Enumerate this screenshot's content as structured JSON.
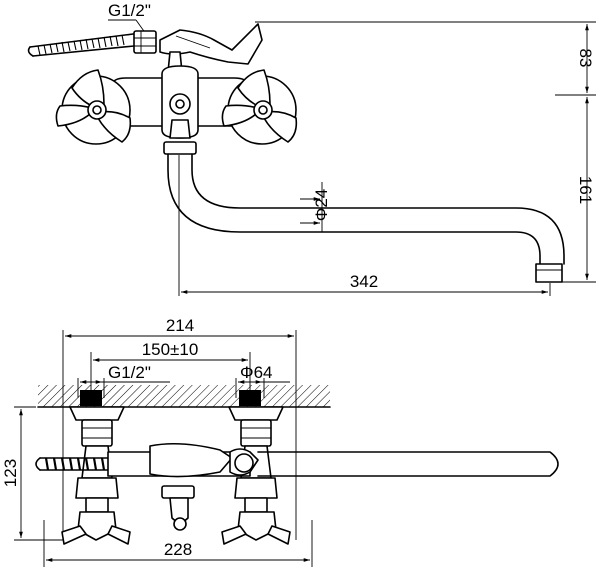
{
  "top_view": {
    "thread_label": "G1/2\"",
    "height_upper": "83",
    "height_lower": "161",
    "spout_diameter": "Φ24",
    "spout_length": "342"
  },
  "bottom_view": {
    "body_width": "214",
    "inlet_spacing": "150±10",
    "thread_label": "G1/2\"",
    "flange_diameter": "Φ64",
    "overall_height": "123",
    "overall_width": "228"
  }
}
